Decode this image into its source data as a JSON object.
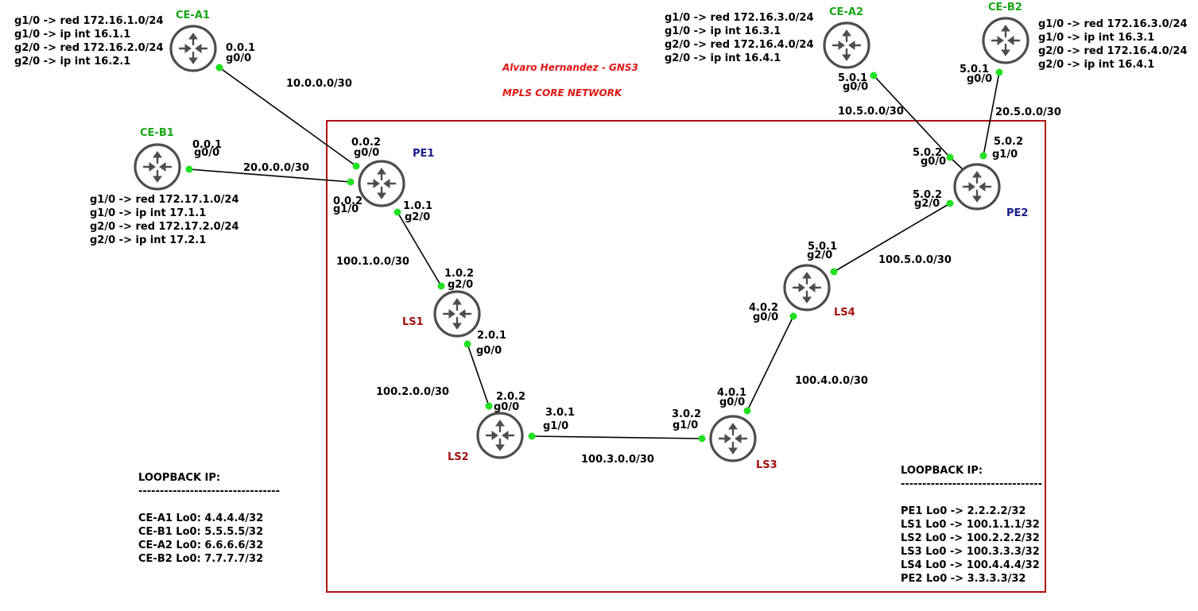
{
  "title": {
    "author": "Alvaro Hernandez - GNS3",
    "network": "MPLS CORE NETWORK"
  },
  "colors": {
    "core_border": "#b01010",
    "ce_label": "#16a516",
    "pe_label": "#1a1a8c",
    "ls_label": "#a30f0f",
    "port_dot": "#22e022",
    "router_stroke": "#4d4d4d"
  },
  "routers": [
    {
      "id": "CE-A1",
      "label": "CE-A1",
      "role": "ce",
      "icon": "router-icon"
    },
    {
      "id": "CE-B1",
      "label": "CE-B1",
      "role": "ce",
      "icon": "router-icon"
    },
    {
      "id": "PE1",
      "label": "PE1",
      "role": "pe",
      "icon": "router-icon"
    },
    {
      "id": "LS1",
      "label": "LS1",
      "role": "ls",
      "icon": "router-icon"
    },
    {
      "id": "LS2",
      "label": "LS2",
      "role": "ls",
      "icon": "router-icon"
    },
    {
      "id": "LS3",
      "label": "LS3",
      "role": "ls",
      "icon": "router-icon"
    },
    {
      "id": "LS4",
      "label": "LS4",
      "role": "ls",
      "icon": "router-icon"
    },
    {
      "id": "PE2",
      "label": "PE2",
      "role": "pe",
      "icon": "router-icon"
    },
    {
      "id": "CE-A2",
      "label": "CE-A2",
      "role": "ce",
      "icon": "router-icon"
    },
    {
      "id": "CE-B2",
      "label": "CE-B2",
      "role": "ce",
      "icon": "router-icon"
    }
  ],
  "links": [
    {
      "id": "link-cea1-pe1",
      "network": "10.0.0.0/30",
      "a_ip": "0.0.1",
      "a_if": "g0/0",
      "b_ip": "0.0.2",
      "b_if": "g0/0"
    },
    {
      "id": "link-ceb1-pe1",
      "network": "20.0.0.0/30",
      "a_ip": "0.0.1",
      "a_if": "g0/0",
      "b_ip": "0.0.2",
      "b_if": "g1/0"
    },
    {
      "id": "link-pe1-ls1",
      "network": "100.1.0.0/30",
      "a_ip": "1.0.1",
      "a_if": "g2/0",
      "b_ip": "1.0.2",
      "b_if": "g2/0"
    },
    {
      "id": "link-ls1-ls2",
      "network": "100.2.0.0/30",
      "a_ip": "2.0.1",
      "a_if": "g0/0",
      "b_ip": "2.0.2",
      "b_if": "g0/0"
    },
    {
      "id": "link-ls2-ls3",
      "network": "100.3.0.0/30",
      "a_ip": "3.0.1",
      "a_if": "g1/0",
      "b_ip": "3.0.2",
      "b_if": "g1/0"
    },
    {
      "id": "link-ls3-ls4",
      "network": "100.4.0.0/30",
      "a_ip": "4.0.1",
      "a_if": "g0/0",
      "b_ip": "4.0.2",
      "b_if": "g0/0"
    },
    {
      "id": "link-ls4-pe2",
      "network": "100.5.0.0/30",
      "a_ip": "5.0.1",
      "a_if": "g2/0",
      "b_ip": "5.0.2",
      "b_if": "g2/0"
    },
    {
      "id": "link-cea2-pe2",
      "network": "10.5.0.0/30",
      "a_ip": "5.0.1",
      "a_if": "g0/0",
      "b_ip": "5.0.2",
      "b_if": "g0/0"
    },
    {
      "id": "link-ceb2-pe2",
      "network": "20.5.0.0/30",
      "a_ip": "5.0.1",
      "a_if": "g0/0",
      "b_ip": "5.0.2",
      "b_if": "g1/0"
    }
  ],
  "notes": {
    "cea1": [
      "g1/0 -> red 172.16.1.0/24",
      "g1/0 -> ip int 16.1.1",
      "g2/0 -> red 172.16.2.0/24",
      "g2/0 -> ip int 16.2.1"
    ],
    "ceb1": [
      "g1/0 -> red 172.17.1.0/24",
      "g1/0 -> ip int 17.1.1",
      "g2/0 -> red 172.17.2.0/24",
      "g2/0 -> ip int 17.2.1"
    ],
    "cea2": [
      "g1/0 -> red 172.16.3.0/24",
      "g1/0 -> ip int 16.3.1",
      "g2/0 -> red 172.16.4.0/24",
      "g2/0 -> ip int 16.4.1"
    ],
    "ceb2": [
      "g1/0 -> red 172.16.3.0/24",
      "g1/0 -> ip int 16.3.1",
      "g2/0 -> red 172.16.4.0/24",
      "g2/0 -> ip int 16.4.1"
    ]
  },
  "loopback_left": {
    "heading": "LOOPBACK IP:",
    "rule": "---------------------------------",
    "lines": [
      "CE-A1 Lo0: 4.4.4.4/32",
      "CE-B1 Lo0: 5.5.5.5/32",
      "CE-A2 Lo0: 6.6.6.6/32",
      "CE-B2 Lo0: 7.7.7.7/32"
    ]
  },
  "loopback_right": {
    "heading": "LOOPBACK IP:",
    "rule": "---------------------------------",
    "lines": [
      "PE1 Lo0 -> 2.2.2.2/32",
      "LS1 Lo0 -> 100.1.1.1/32",
      "LS2 Lo0 -> 100.2.2.2/32",
      "LS3 Lo0 -> 100.3.3.3/32",
      "LS4 Lo0 -> 100.4.4.4/32",
      "PE2 Lo0 ->  3.3.3.3/32"
    ]
  }
}
